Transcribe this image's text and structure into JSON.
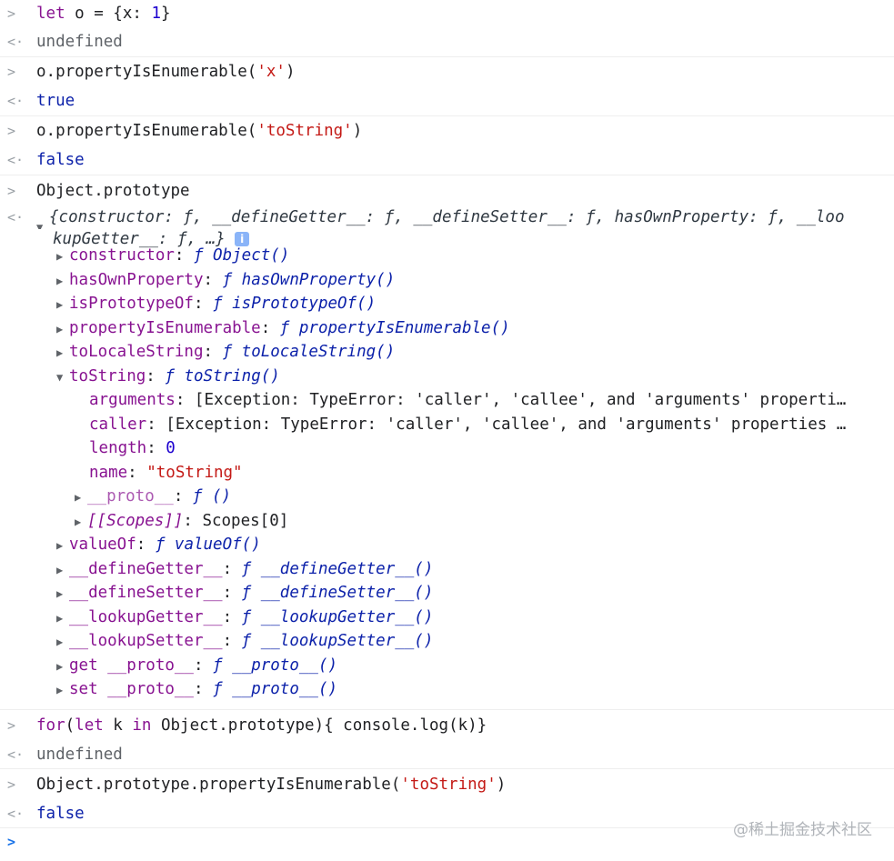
{
  "console": {
    "in1": {
      "kw": "let",
      "rest": " o = {x: ",
      "num": "1",
      "end": "}"
    },
    "out1": "undefined",
    "in2": {
      "pre": "o.propertyIsEnumerable(",
      "str": "'x'",
      "post": ")"
    },
    "out2": "true",
    "in3": {
      "pre": "o.propertyIsEnumerable(",
      "str": "'toString'",
      "post": ")"
    },
    "out3": "false",
    "in4": "Object.prototype",
    "obj_preview_l1": "{constructor: ƒ, __defineGetter__: ƒ, __defineSetter__: ƒ, hasOwnProperty: ƒ, __loo",
    "obj_preview_l2": "kupGetter__: ƒ, …}",
    "info_glyph": "i",
    "props": [
      {
        "key": "constructor",
        "val": "ƒ Object()"
      },
      {
        "key": "hasOwnProperty",
        "val": "ƒ hasOwnProperty()"
      },
      {
        "key": "isPrototypeOf",
        "val": "ƒ isPrototypeOf()"
      },
      {
        "key": "propertyIsEnumerable",
        "val": "ƒ propertyIsEnumerable()"
      },
      {
        "key": "toLocaleString",
        "val": "ƒ toLocaleString()"
      },
      {
        "key": "toString",
        "val": "ƒ toString()"
      }
    ],
    "tostring_children": {
      "arguments": {
        "key": "arguments",
        "val": "[Exception: TypeError: 'caller', 'callee', and 'arguments' properti…"
      },
      "caller": {
        "key": "caller",
        "val": "[Exception: TypeError: 'caller', 'callee', and 'arguments' properties …"
      },
      "length": {
        "key": "length",
        "val": "0"
      },
      "name": {
        "key": "name",
        "val": "\"toString\""
      },
      "proto": {
        "key": "__proto__",
        "val": "ƒ ()"
      },
      "scopes": {
        "key": "[[Scopes]]",
        "val": "Scopes[0]"
      }
    },
    "props2": [
      {
        "key": "valueOf",
        "val": "ƒ valueOf()"
      },
      {
        "key": "__defineGetter__",
        "val": "ƒ __defineGetter__()"
      },
      {
        "key": "__defineSetter__",
        "val": "ƒ __defineSetter__()"
      },
      {
        "key": "__lookupGetter__",
        "val": "ƒ __lookupGetter__()"
      },
      {
        "key": "__lookupSetter__",
        "val": "ƒ __lookupSetter__()"
      },
      {
        "key": "get __proto__",
        "val": "ƒ __proto__()"
      },
      {
        "key": "set __proto__",
        "val": "ƒ __proto__()"
      }
    ],
    "in5": {
      "kw1": "for",
      "p1": "(",
      "kw2": "let",
      "p2": " k ",
      "kw3": "in",
      "p3": " Object.prototype){ console.log(k)}"
    },
    "out5": "undefined",
    "in6": {
      "pre": "Object.prototype.propertyIsEnumerable(",
      "str": "'toString'",
      "post": ")"
    },
    "out6": "false"
  },
  "glyphs": {
    "input": ">",
    "output": "<·",
    "collapsed": "▶",
    "expanded": "▼",
    "prompt": ">"
  },
  "watermark": "@稀土掘金技术社区"
}
